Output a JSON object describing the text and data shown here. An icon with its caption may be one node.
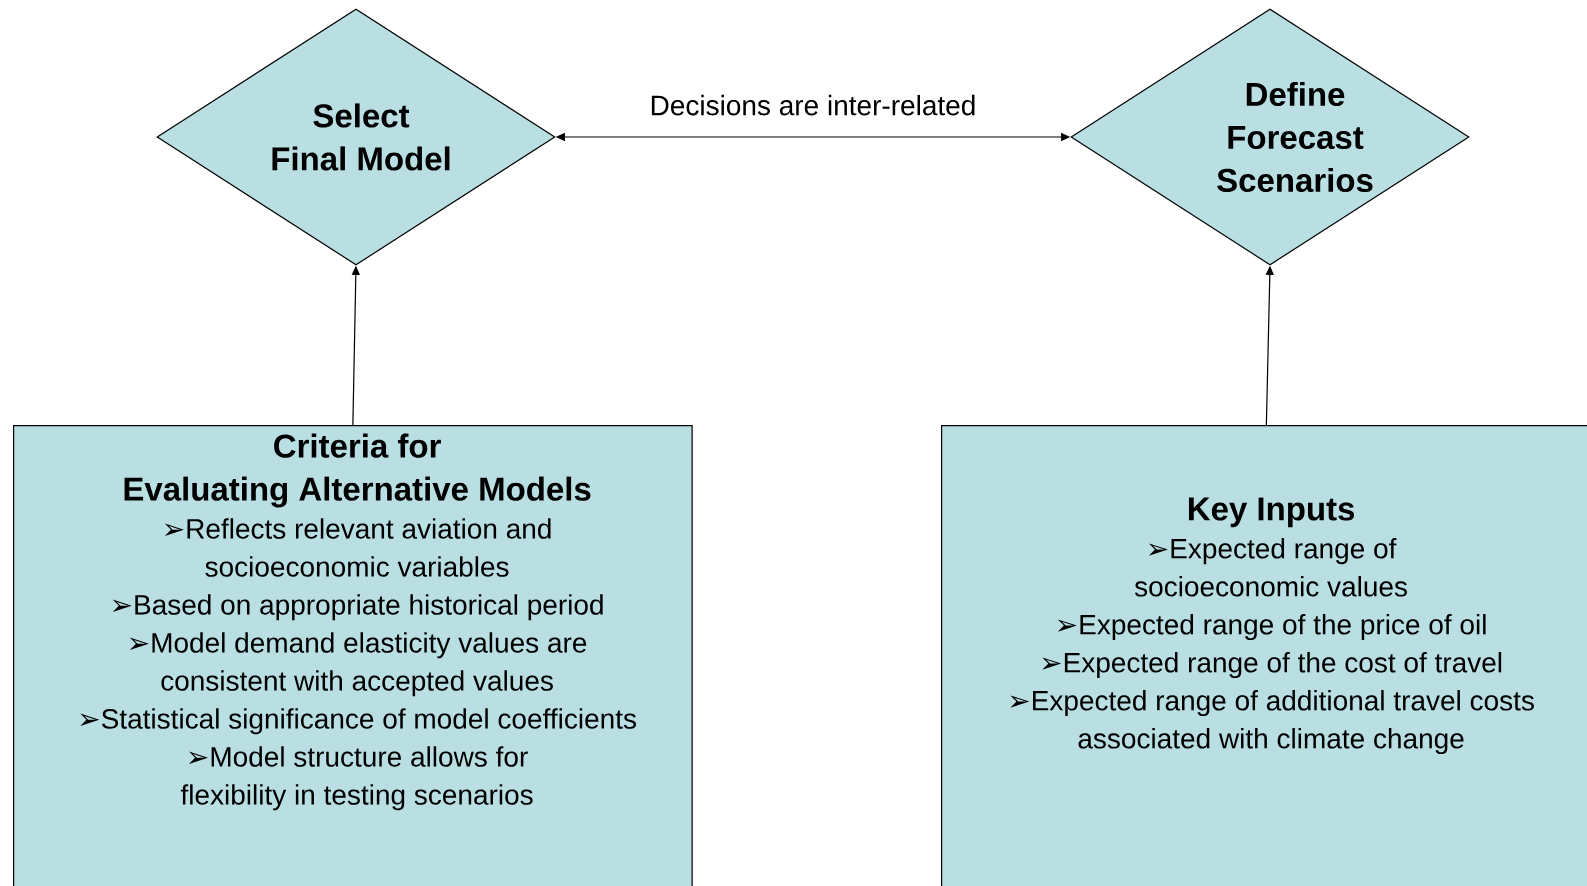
{
  "diagram": {
    "nodes": [
      {
        "text": [
          "Select Final Model"
        ]
      },
      {
        "text": [
          "Define Forecast Scenarios"
        ]
      },
      {
        "text": [
          "Criteria for Evaluating Alternative Models",
          "➢Reflects relevant aviation and socioeconomic variables",
          "➢Based on appropriate historical period",
          "➢Model demand elasticity values are consistent with accepted values",
          "➢Statistical significance of model coefficients",
          "➢Model structure allows for flexibility in testing scenarios"
        ]
      },
      {
        "text": [
          "Key Inputs",
          "➢Expected range of socioeconomic values",
          "➢Expected range of the price of oil",
          "➢Expected range of the cost of travel",
          "➢Expected range of additional travel costs associated with climate change"
        ]
      }
    ],
    "edges": [
      {
        "from": 2,
        "to": 0,
        "arrow": "to"
      },
      {
        "from": 3,
        "to": 1,
        "arrow": "to"
      },
      {
        "from": 0,
        "to": 1,
        "arrow": "both",
        "label": "Decisions are inter-related"
      }
    ]
  }
}
